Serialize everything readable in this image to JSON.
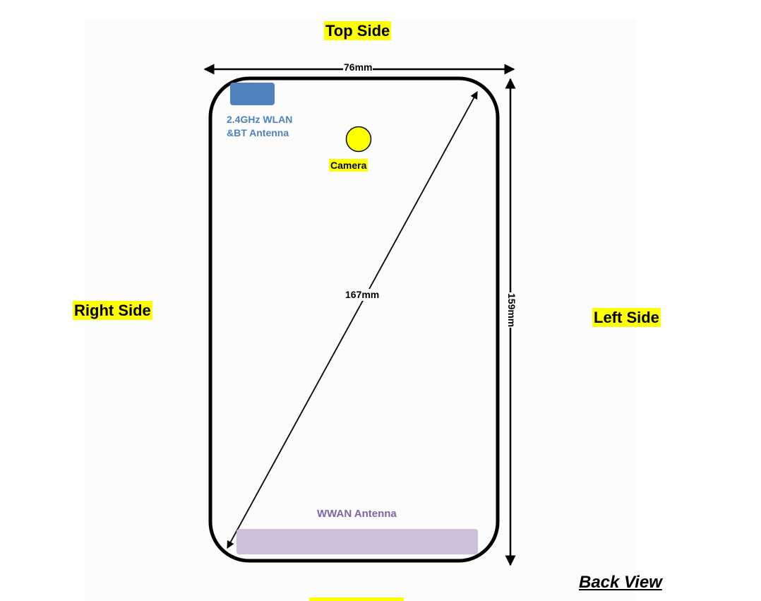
{
  "labels": {
    "top_side": "Top Side",
    "right_side": "Right Side",
    "left_side": "Left Side",
    "back_view": "Back View",
    "camera": "Camera",
    "wlan_line1": "2.4GHz WLAN",
    "wlan_line2": "&BT Antenna",
    "wwan": "WWAN Antenna"
  },
  "dimensions": {
    "width": "76mm",
    "height": "159mm",
    "diagonal": "167mm"
  },
  "colors": {
    "highlight": "#ffff00",
    "wlan_antenna": "#4f81bd",
    "wwan_antenna": "#ccc0da",
    "wwan_text": "#7f64a2",
    "outline": "#000000"
  },
  "icons": {
    "camera": "camera-circle-icon",
    "wlan": "wlan-antenna-block",
    "wwan": "wwan-antenna-block"
  }
}
